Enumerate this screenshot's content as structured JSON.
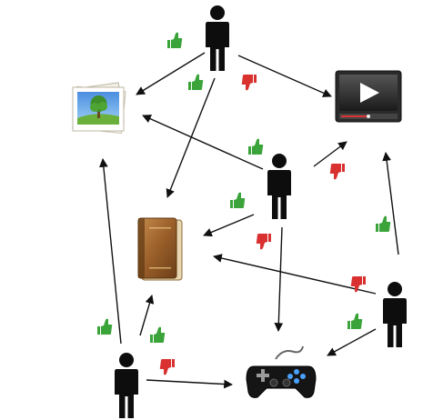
{
  "diagram": {
    "nodes": [
      {
        "id": "user-top",
        "type": "user"
      },
      {
        "id": "user-middle",
        "type": "user"
      },
      {
        "id": "user-right",
        "type": "user"
      },
      {
        "id": "user-bottom",
        "type": "user"
      },
      {
        "id": "item-photo",
        "type": "photo",
        "icon": "photo-icon"
      },
      {
        "id": "item-video",
        "type": "video",
        "icon": "video-player-icon"
      },
      {
        "id": "item-book",
        "type": "book",
        "icon": "book-icon"
      },
      {
        "id": "item-gamepad",
        "type": "gamepad",
        "icon": "gamepad-icon"
      }
    ],
    "edges": [
      {
        "from": "user-top",
        "to": "item-photo",
        "rating": "like"
      },
      {
        "from": "user-top",
        "to": "item-book",
        "rating": "like"
      },
      {
        "from": "user-top",
        "to": "item-video",
        "rating": "dislike"
      },
      {
        "from": "user-middle",
        "to": "item-photo",
        "rating": "like"
      },
      {
        "from": "user-middle",
        "to": "item-book",
        "rating": "like"
      },
      {
        "from": "user-middle",
        "to": "item-video",
        "rating": "dislike"
      },
      {
        "from": "user-middle",
        "to": "item-gamepad",
        "rating": "dislike"
      },
      {
        "from": "user-right",
        "to": "item-video",
        "rating": "like"
      },
      {
        "from": "user-right",
        "to": "item-book",
        "rating": "dislike"
      },
      {
        "from": "user-right",
        "to": "item-gamepad",
        "rating": "like"
      },
      {
        "from": "user-bottom",
        "to": "item-photo",
        "rating": "like"
      },
      {
        "from": "user-bottom",
        "to": "item-book",
        "rating": "like"
      },
      {
        "from": "user-bottom",
        "to": "item-gamepad",
        "rating": "dislike"
      }
    ],
    "colors": {
      "like": "#3aa33a",
      "dislike": "#d93030",
      "person": "#0d0d0d",
      "edge": "#111111"
    }
  }
}
